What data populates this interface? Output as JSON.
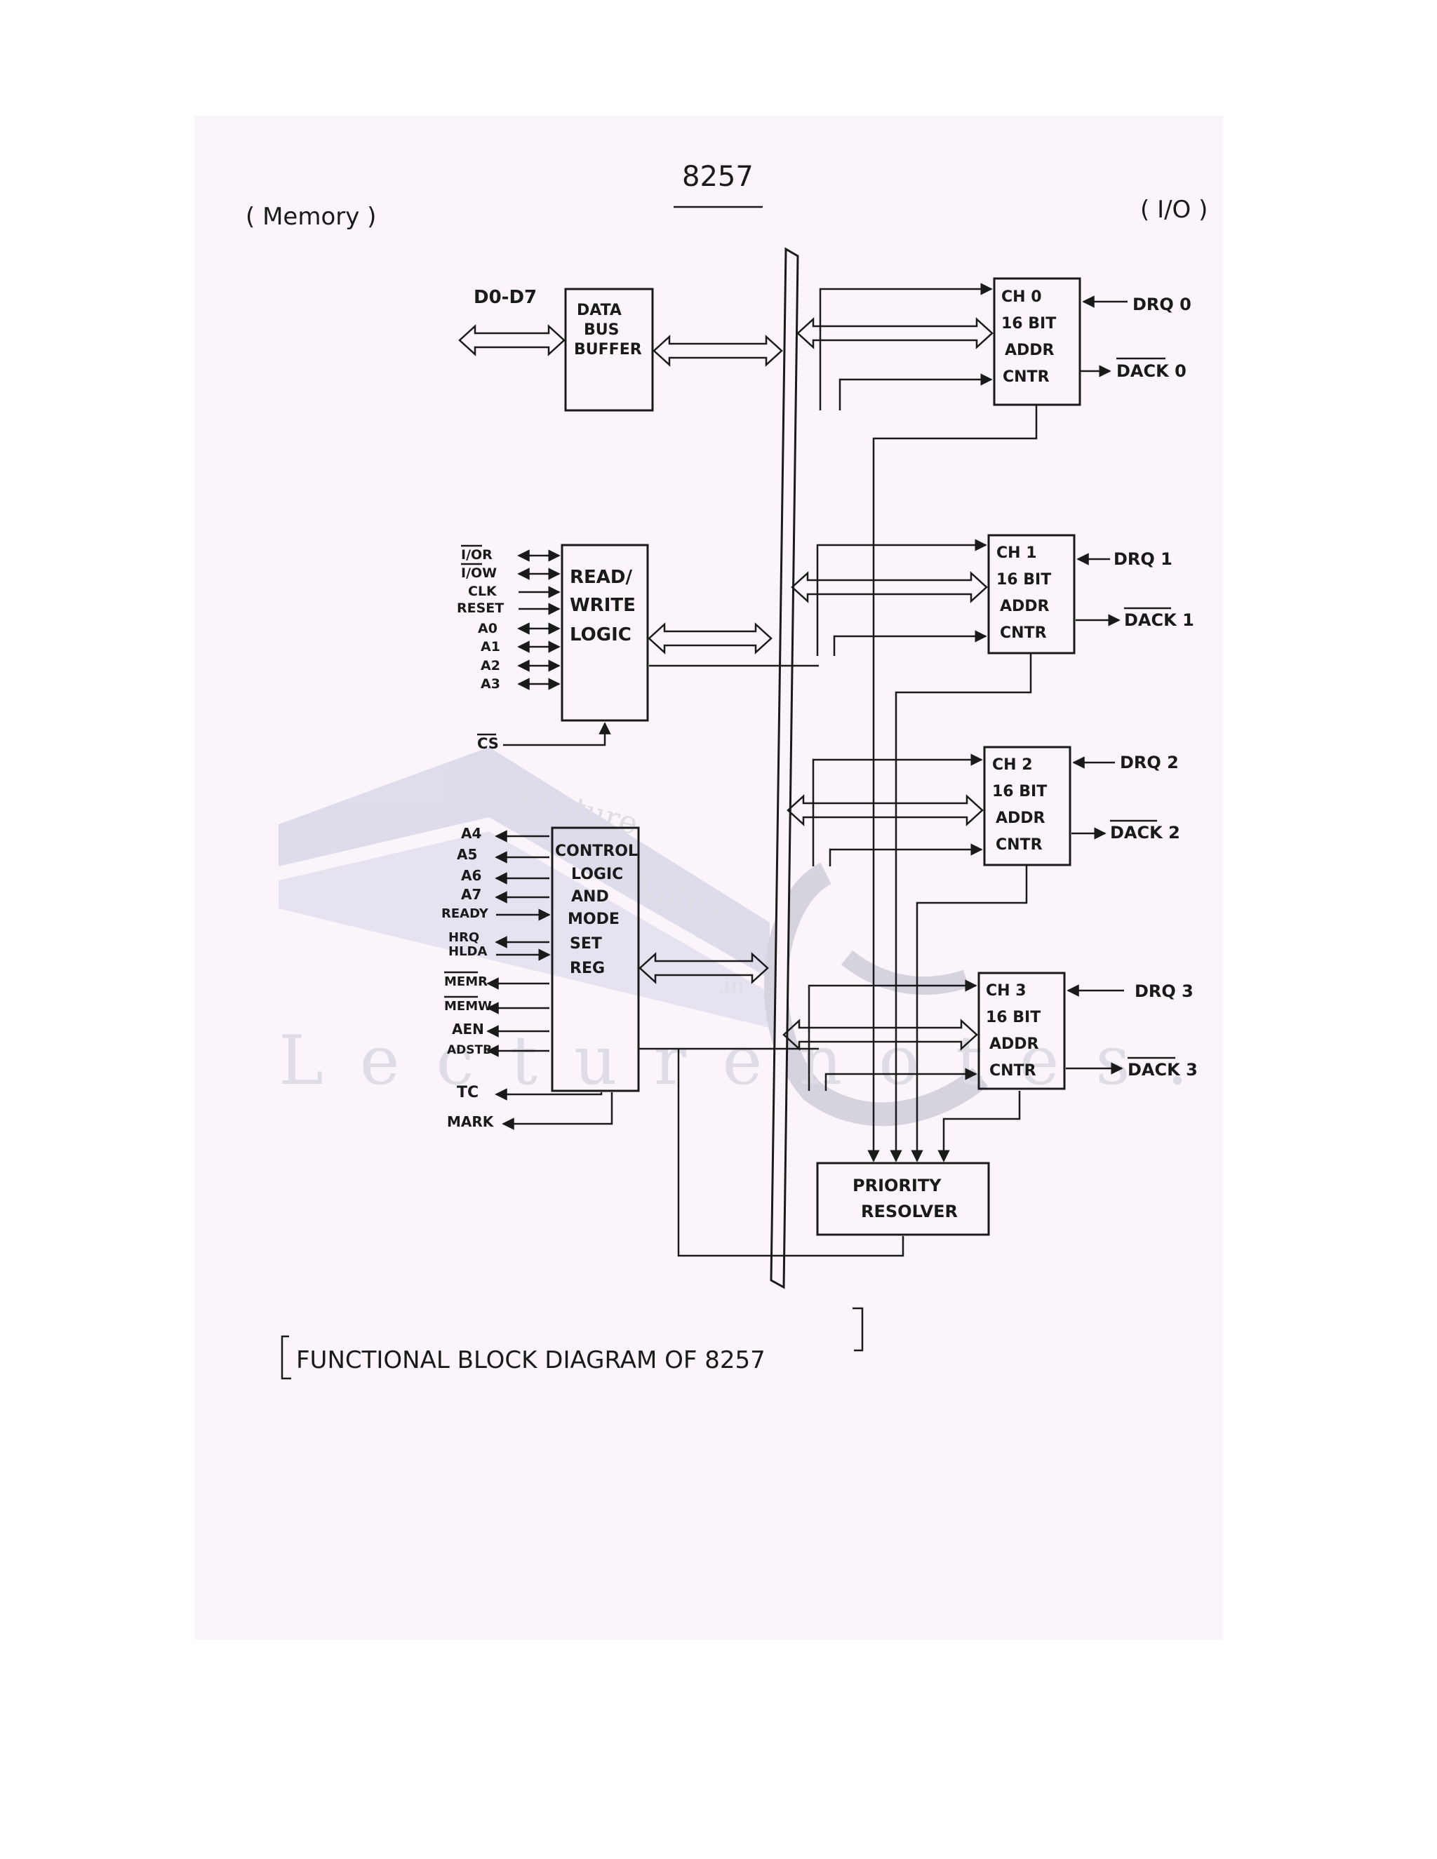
{
  "header": {
    "chip": "8257",
    "memory_side": "( Memory )",
    "io_side": "( I/O )"
  },
  "blocks": {
    "data_bus_buffer": [
      "DATA",
      "BUS",
      "BUFFER"
    ],
    "read_write_logic": [
      "READ/",
      "WRITE",
      "LOGIC"
    ],
    "control_logic": [
      "CONTROL",
      "LOGIC",
      "AND",
      "MODE",
      "SET",
      "REG"
    ],
    "priority_resolver": [
      "PRIORITY",
      "RESOLVER"
    ],
    "channels": [
      {
        "lines": [
          "CH 0",
          "16 BIT",
          "ADDR",
          "CNTR"
        ],
        "drq": "DRQ 0",
        "dack": "DACK 0"
      },
      {
        "lines": [
          "CH 1",
          "16 BIT",
          "ADDR",
          "CNTR"
        ],
        "drq": "DRQ 1",
        "dack": "DACK 1"
      },
      {
        "lines": [
          "CH 2",
          "16 BIT",
          "ADDR",
          "CNTR"
        ],
        "drq": "DRQ 2",
        "dack": "DACK 2"
      },
      {
        "lines": [
          "CH 3",
          "16 BIT",
          "ADDR",
          "CNTR"
        ],
        "drq": "DRQ 3",
        "dack": "DACK 3"
      }
    ]
  },
  "signals": {
    "data_bus": "D0-D7",
    "read_write": [
      "I/OR",
      "I/OW",
      "CLK",
      "RESET",
      "A0",
      "A1",
      "A2",
      "A3"
    ],
    "chip_select": "CS",
    "control": [
      "A4",
      "A5",
      "A6",
      "A7",
      "READY",
      "HRQ",
      "HLDA",
      "MEMR",
      "MEMW",
      "AEN",
      "ADSTB",
      "TC",
      "MARK"
    ]
  },
  "caption": "FUNCTIONAL BLOCK DIAGRAM OF 8257",
  "watermark": {
    "lecture": "Lecture",
    "notes": "Notes",
    "in": ".in",
    "url": "Lecturenotes.in"
  }
}
